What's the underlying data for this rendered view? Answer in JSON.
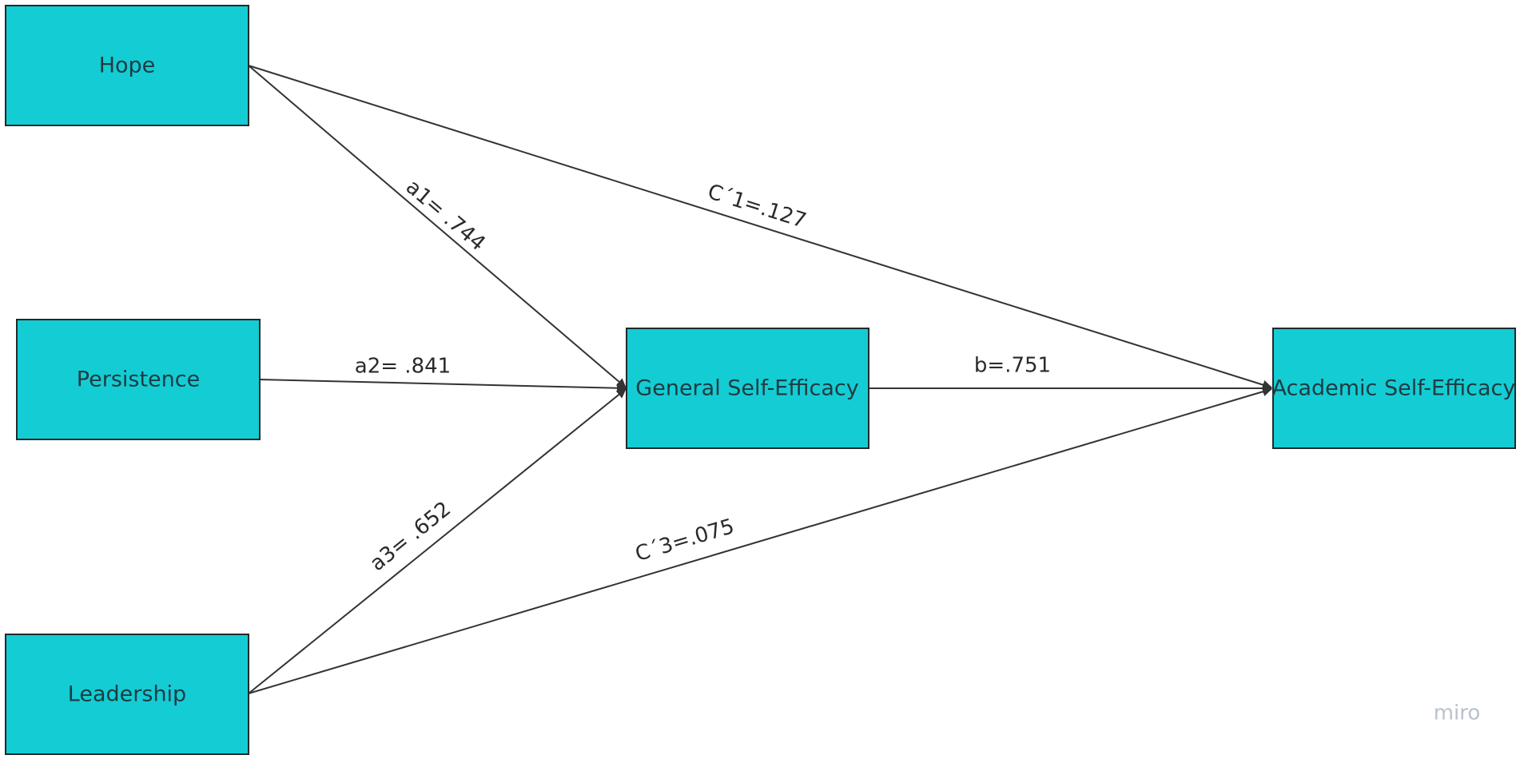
{
  "colors": {
    "node_fill": "#14ccd4",
    "node_stroke": "#1f2a2c",
    "edge": "#333333",
    "watermark": "#b9c2cc"
  },
  "nodes": {
    "hope": {
      "label": "Hope"
    },
    "persistence": {
      "label": "Persistence"
    },
    "leadership": {
      "label": "Leadership"
    },
    "general_self_efficacy": {
      "label": "General Self-Efficacy"
    },
    "academic_self_efficacy": {
      "label": "Academic Self-Efficacy"
    }
  },
  "edges": {
    "a1": {
      "from": "Hope",
      "to": "General Self-Efficacy",
      "label": "a1= .744"
    },
    "a2": {
      "from": "Persistence",
      "to": "General Self-Efficacy",
      "label": "a2= .841"
    },
    "a3": {
      "from": "Leadership",
      "to": "General Self-Efficacy",
      "label": "a3= .652"
    },
    "b": {
      "from": "General Self-Efficacy",
      "to": "Academic Self-Efficacy",
      "label": "b=.751"
    },
    "c1": {
      "from": "Hope",
      "to": "Academic Self-Efficacy",
      "label": "C´1=.127"
    },
    "c3": {
      "from": "Leadership",
      "to": "Academic Self-Efficacy",
      "label": "C´3=.075"
    }
  },
  "watermark": "miro"
}
